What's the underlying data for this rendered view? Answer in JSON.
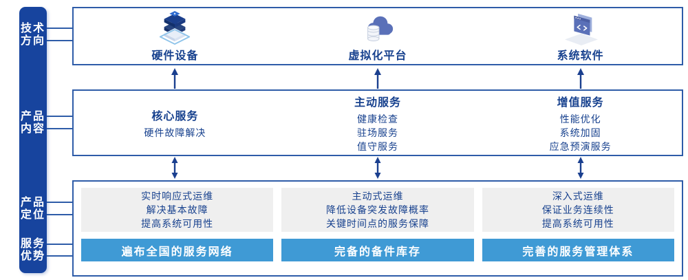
{
  "colors": {
    "navy": "#17449e",
    "border_blue": "#2e5ca8",
    "text_navy": "#17418e",
    "bar_blue": "#3f9ad5",
    "panel_gray": "#efefef",
    "arrow_navy": "#1a3f8f"
  },
  "sidebar": {
    "labels": [
      {
        "line1": "技术",
        "line2": "方向"
      },
      {
        "line1": "产品",
        "line2": "内容"
      },
      {
        "line1": "产品",
        "line2": "定位"
      },
      {
        "line1": "服务",
        "line2": "优势"
      }
    ]
  },
  "tech_row": {
    "items": [
      {
        "label": "硬件设备",
        "icon": "server-stack-icon"
      },
      {
        "label": "虚拟化平台",
        "icon": "cloud-database-icon"
      },
      {
        "label": "系统软件",
        "icon": "software-window-icon"
      }
    ]
  },
  "content_row": {
    "columns": [
      {
        "title": "核心服务",
        "items": [
          "硬件故障解决"
        ]
      },
      {
        "title": "主动服务",
        "items": [
          "健康检查",
          "驻场服务",
          "值守服务"
        ]
      },
      {
        "title": "增值服务",
        "items": [
          "性能优化",
          "系统加固",
          "应急预演服务"
        ]
      }
    ]
  },
  "bottom_row": {
    "columns": [
      {
        "positioning": [
          "实时响应式运维",
          "解决基本故障",
          "提高系统可用性"
        ],
        "advantage": "遍布全国的服务网络"
      },
      {
        "positioning": [
          "主动式运维",
          "降低设备突发故障概率",
          "关键时间点的服务保障"
        ],
        "advantage": "完备的备件库存"
      },
      {
        "positioning": [
          "深入式运维",
          "保证业务连续性",
          "提高系统可用性"
        ],
        "advantage": "完善的服务管理体系"
      }
    ]
  }
}
